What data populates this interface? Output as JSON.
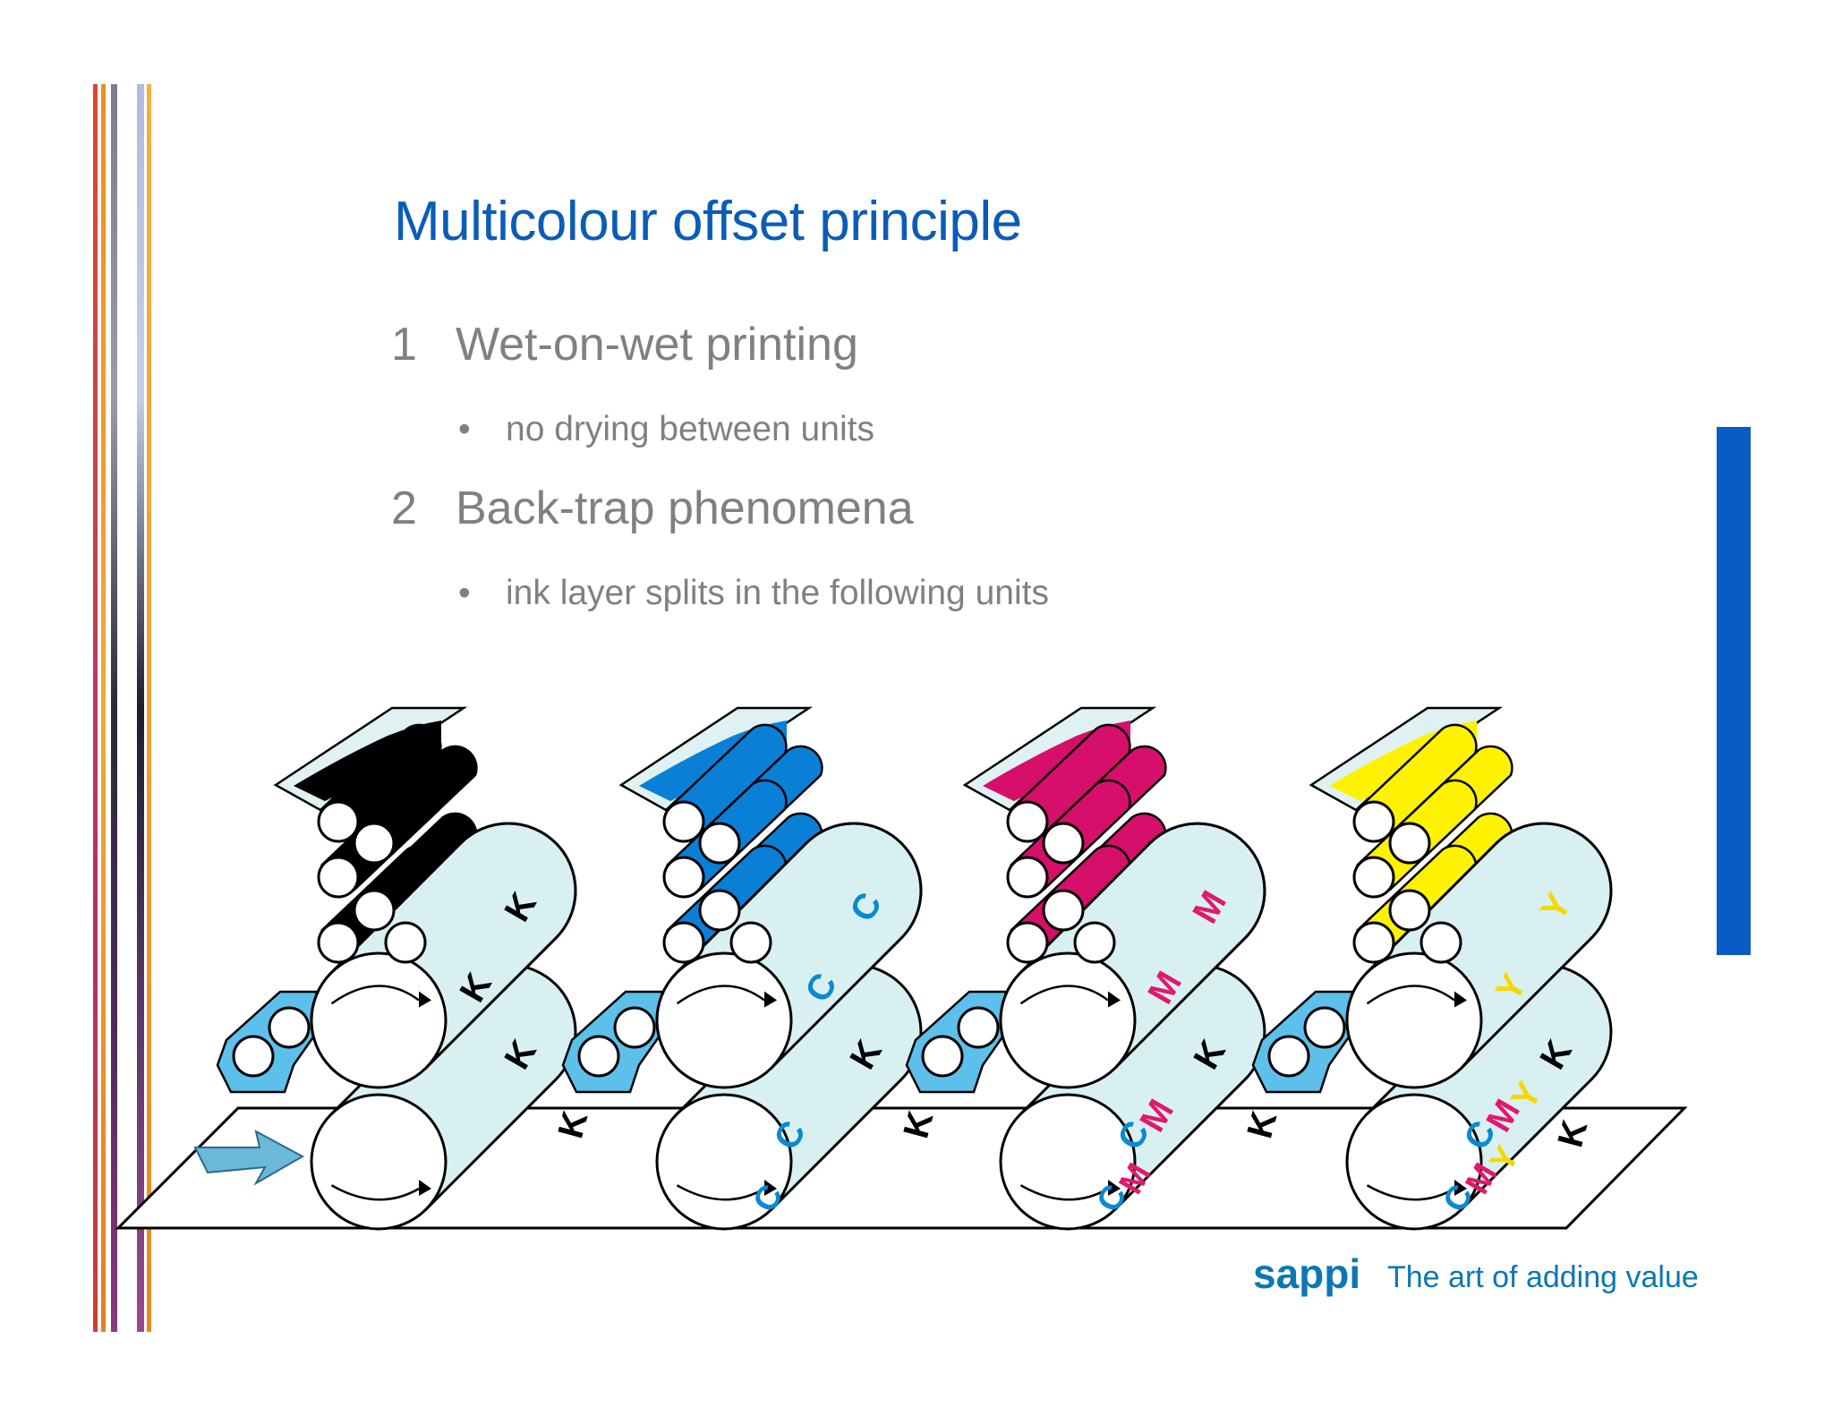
{
  "slide": {
    "title": "Multicolour offset principle",
    "points": [
      {
        "number": "1",
        "heading": "Wet-on-wet printing",
        "bullet": "no drying between units"
      },
      {
        "number": "2",
        "heading": "Back-trap phenomena",
        "bullet": "ink layer splits in the following units"
      }
    ]
  },
  "diagram": {
    "units": [
      {
        "ink_color": "#000000",
        "plate_label": "K",
        "blanket_label": "K",
        "impression_labels": [],
        "sheet_label": ""
      },
      {
        "ink_color": "#0a7fd6",
        "plate_label": "C",
        "blanket_label": "K",
        "impression_labels": [
          "C"
        ],
        "sheet_label": "C"
      },
      {
        "ink_color": "#d60f6b",
        "plate_label": "M",
        "blanket_label": "K",
        "impression_labels": [
          "C",
          "M"
        ],
        "sheet_label": "CM"
      },
      {
        "ink_color": "#fff200",
        "plate_label": "Y",
        "blanket_label": "K",
        "impression_labels": [
          "C",
          "M",
          "Y"
        ],
        "sheet_label": "CMY"
      }
    ],
    "sheet_k_label": "K",
    "cylinder_fill": "#d9f0f2",
    "damping_fill": "#5cc0ea",
    "arrow_fill": "#6bb8d8"
  },
  "footer": {
    "brand": "sappi",
    "tagline": "The art of adding value"
  },
  "colors": {
    "title": "#0a5cb8",
    "body_text": "#808080",
    "accent_bar": "#0a5cc4",
    "brand": "#0b77b3"
  }
}
